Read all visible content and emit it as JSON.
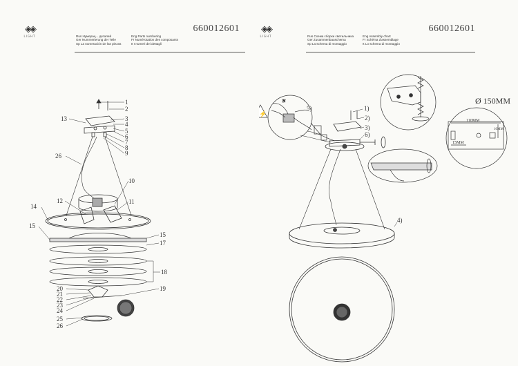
{
  "left_page": {
    "logo": {
      "mark": "◈◈",
      "text": "LIGHT"
    },
    "code": "660012601",
    "header": [
      [
        "Rus Нумерац... деталей",
        "Eng Parts numbering"
      ],
      [
        "Ger Nummerierung der Teile",
        "Fr Numérotation des composants"
      ],
      [
        "Sp La numeración de las piezas",
        "It I numeri dei dettagli"
      ]
    ],
    "part_labels": [
      "1",
      "2",
      "3",
      "4",
      "5",
      "6",
      "7",
      "8",
      "9",
      "10",
      "11",
      "12",
      "13",
      "14",
      "15",
      "15",
      "17",
      "18",
      "19",
      "20",
      "21",
      "22",
      "23",
      "24",
      "25",
      "26",
      "26"
    ]
  },
  "right_page": {
    "logo": {
      "mark": "◈◈",
      "text": "LIGHT"
    },
    "code": "660012601",
    "header": [
      [
        "Rus Схема сборки светильника",
        "Eng Assembly chart"
      ],
      [
        "Ger Zusammenbauschema",
        "Fr Schéma d'assemblage"
      ],
      [
        "Sp La schema di montaggio",
        "It Lo schema di montaggio"
      ]
    ],
    "step_labels": [
      "1)",
      "2)",
      "3)",
      "4)",
      "5)",
      "6)"
    ],
    "diameter_label": "Ø 150MM",
    "dimensions": [
      "110MM",
      "15MM",
      "10MM"
    ],
    "wire_label": "N"
  }
}
